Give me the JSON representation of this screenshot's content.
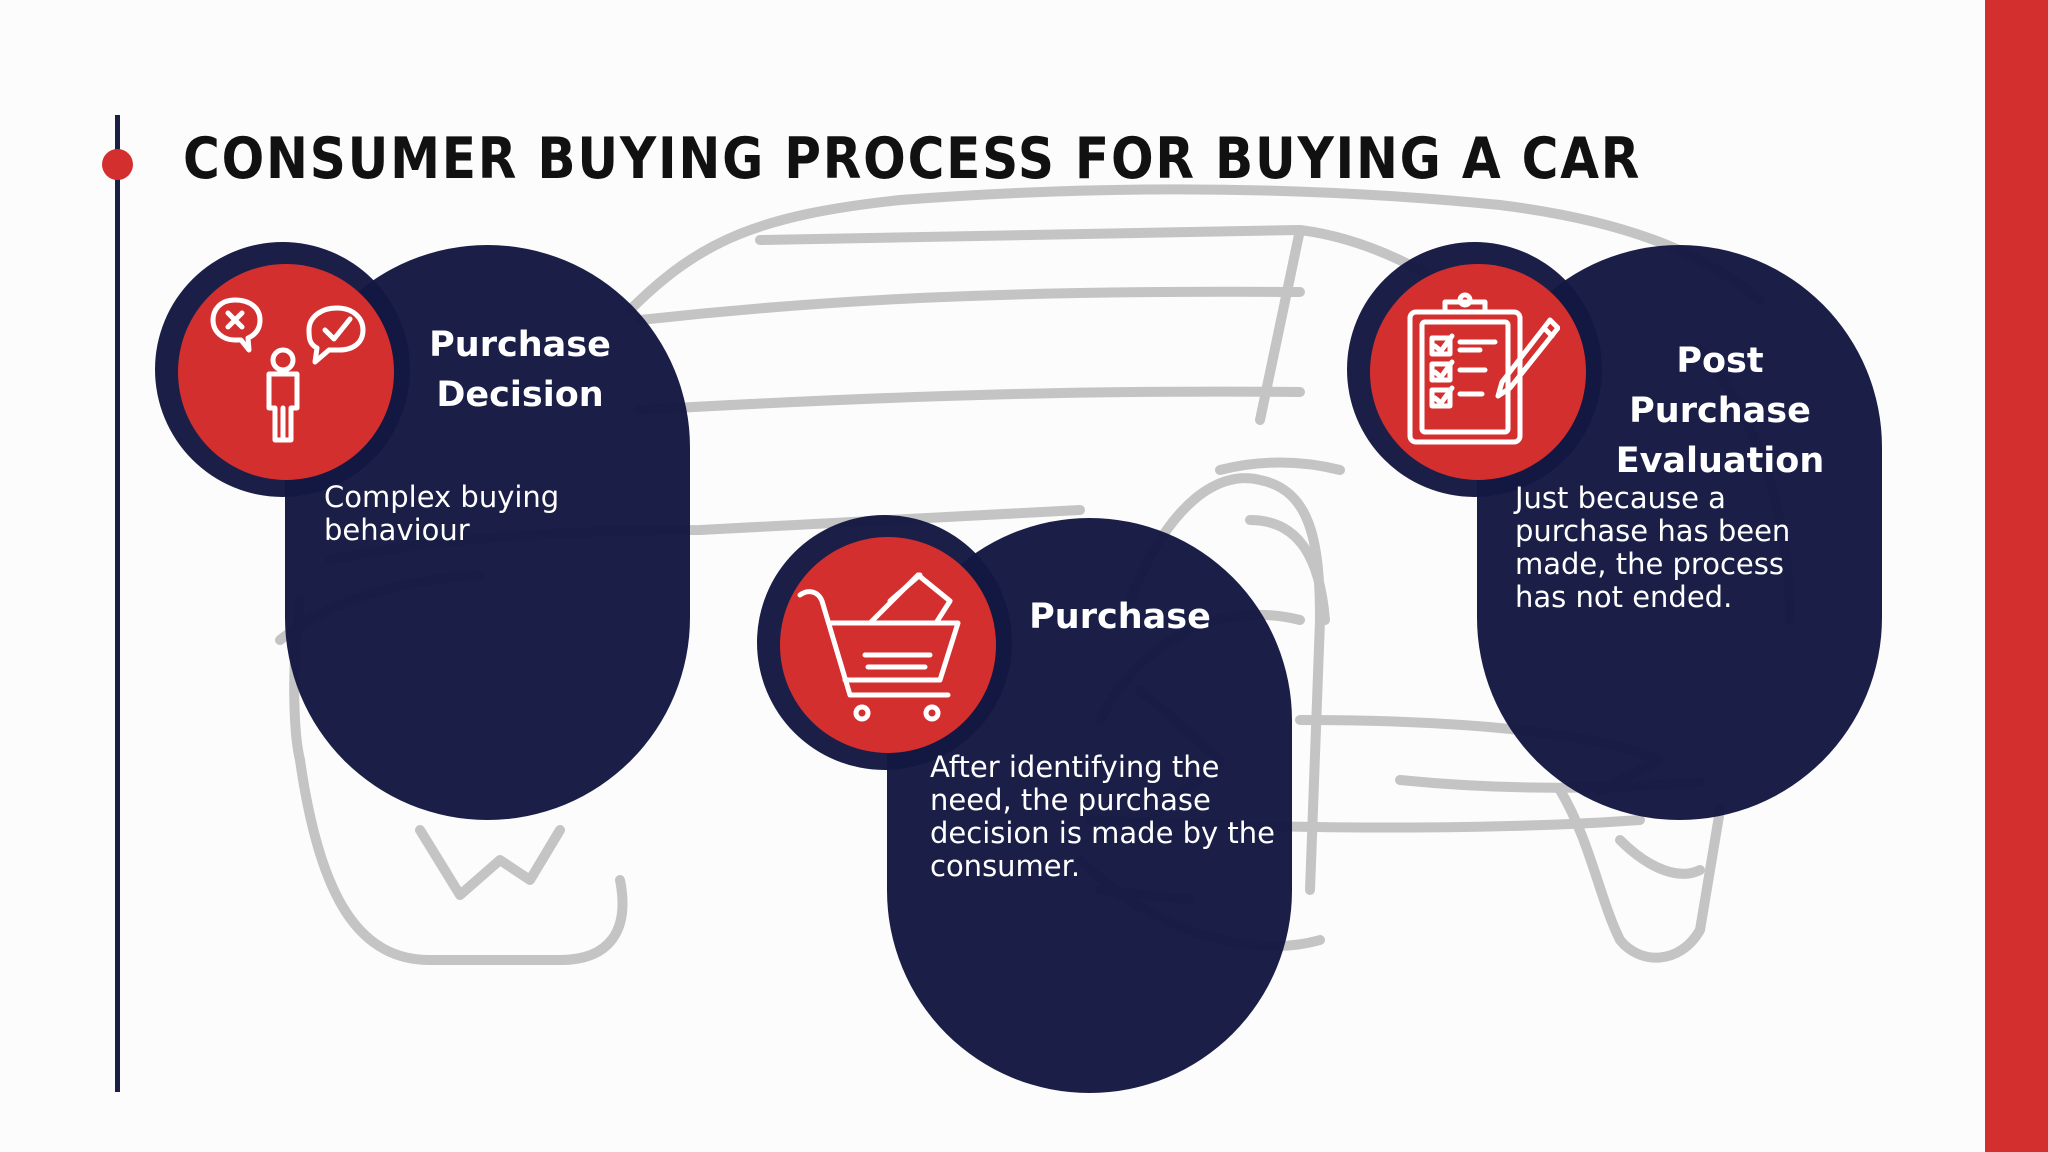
{
  "slide": {
    "title": "CONSUMER BUYING PROCESS FOR BUYING A CAR",
    "colors": {
      "accent": "#d32f2f",
      "navy": "#141842",
      "text": "#111111"
    }
  },
  "nodes": [
    {
      "title_line1": "Purchase",
      "title_line2": "Decision",
      "description": "Complex buying behaviour",
      "icon": "person-decision-icon"
    },
    {
      "title_line1": "Purchase",
      "title_line2": "",
      "description": "After identifying the need, the purchase decision is made by the consumer.",
      "icon": "shopping-cart-icon"
    },
    {
      "title_line1": "Post Purchase",
      "title_line2": "Evaluation",
      "description": "Just because a purchase has been made, the process has not ended.",
      "icon": "checklist-clipboard-icon"
    }
  ]
}
